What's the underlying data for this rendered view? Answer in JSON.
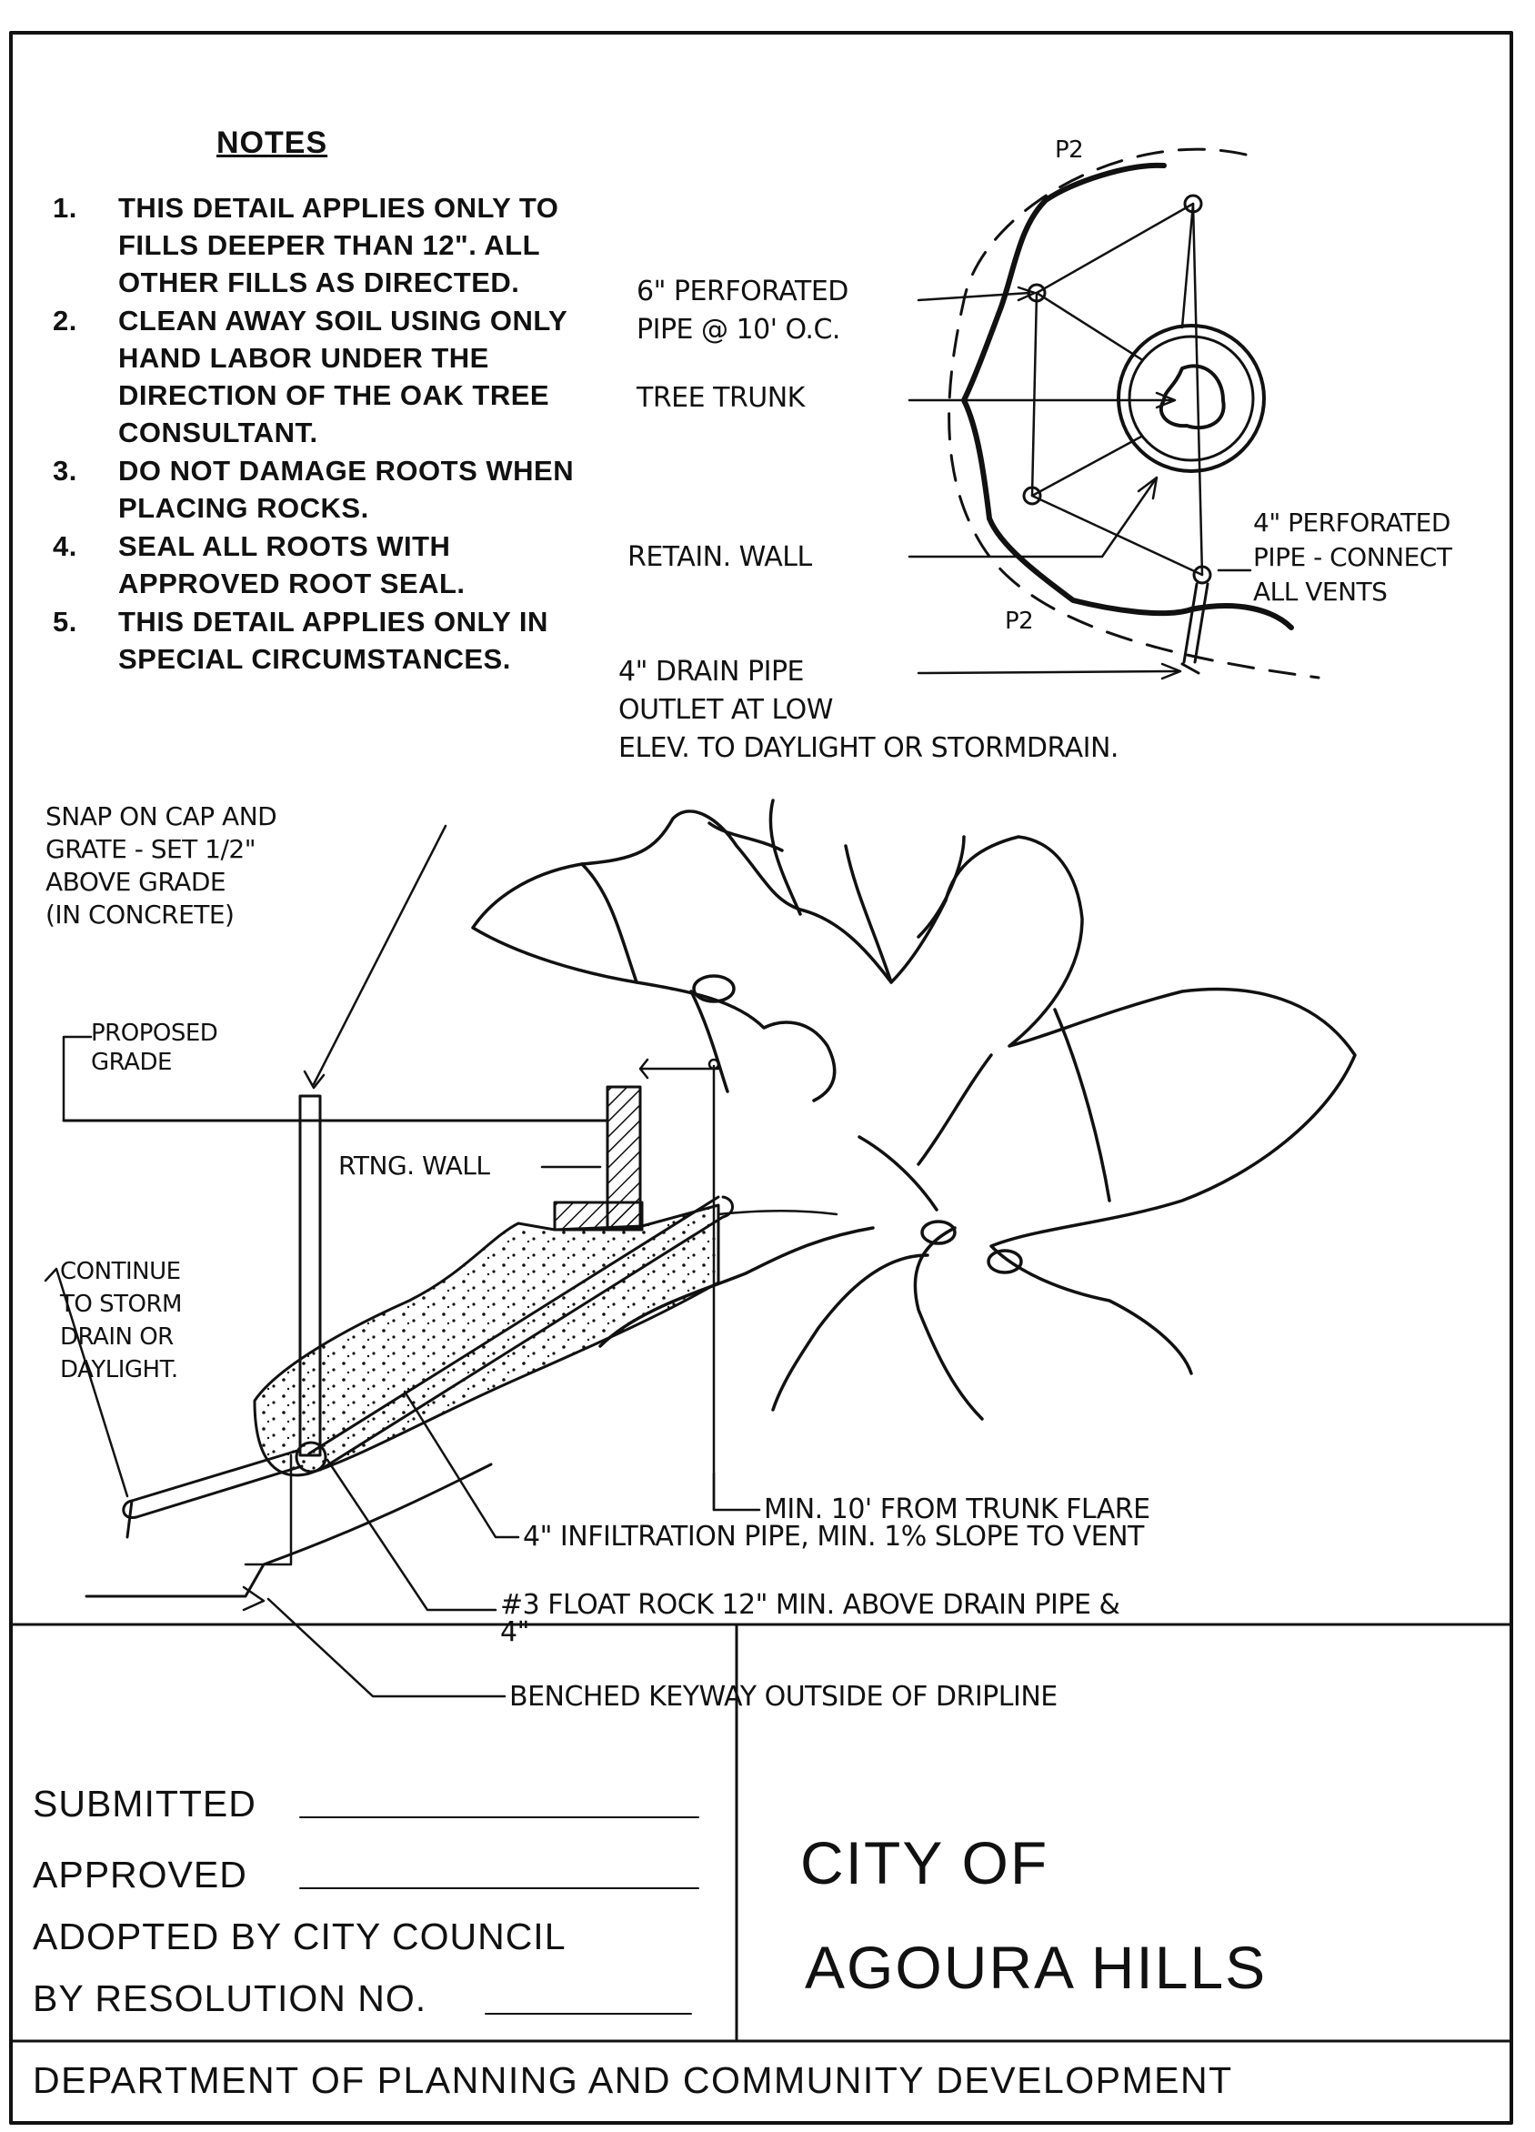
{
  "notes": {
    "title": "NOTES",
    "items": [
      {
        "num": "1.",
        "text": "THIS DETAIL APPLIES ONLY TO FILLS DEEPER THAN 12\". ALL OTHER FILLS AS DIRECTED."
      },
      {
        "num": "2.",
        "text": "CLEAN AWAY SOIL USING ONLY HAND LABOR UNDER THE DIRECTION OF THE OAK TREE CONSULTANT."
      },
      {
        "num": "3.",
        "text": "DO NOT DAMAGE ROOTS WHEN PLACING ROCKS."
      },
      {
        "num": "4.",
        "text": "SEAL ALL ROOTS WITH APPROVED ROOT SEAL."
      },
      {
        "num": "5.",
        "text": "THIS DETAIL APPLIES ONLY IN SPECIAL CIRCUMSTANCES."
      }
    ]
  },
  "plan_view": {
    "p2_top": "P2",
    "p2_bottom": "P2",
    "perforated_6": [
      "6\" PERFORATED",
      "PIPE @ 10' O.C."
    ],
    "tree_trunk": "TREE TRUNK",
    "retain_wall": "RETAIN. WALL",
    "perforated_4": [
      "4\" PERFORATED",
      "PIPE - CONNECT",
      "ALL VENTS"
    ],
    "drain_pipe": [
      "4\" DRAIN PIPE",
      "OUTLET AT LOW",
      "ELEV. TO DAYLIGHT OR STORMDRAIN."
    ]
  },
  "section_view": {
    "snap_cap": [
      "SNAP ON CAP AND",
      "GRATE - SET 1/2\"",
      "ABOVE GRADE",
      "(IN CONCRETE)"
    ],
    "proposed_grade": [
      "PROPOSED",
      "GRADE"
    ],
    "rtng_wall": "RTNG. WALL",
    "continue": [
      "CONTINUE",
      "TO STORM",
      "DRAIN OR",
      "DAYLIGHT."
    ],
    "min_10": "MIN. 10' FROM TRUNK FLARE",
    "infiltration": "4\" INFILTRATION PIPE, MIN. 1% SLOPE TO VENT",
    "float_rock": [
      "#3 FLOAT ROCK 12\" MIN. ABOVE DRAIN PIPE &",
      "4\""
    ],
    "benched": "BENCHED KEYWAY OUTSIDE OF DRIPLINE"
  },
  "title_block": {
    "submitted": "SUBMITTED",
    "approved": "APPROVED",
    "adopted": "ADOPTED BY CITY COUNCIL",
    "resolution": "BY RESOLUTION NO.",
    "city_line1": "CITY OF",
    "city_line2": "AGOURA HILLS",
    "department": "DEPARTMENT OF PLANNING AND COMMUNITY DEVELOPMENT"
  }
}
